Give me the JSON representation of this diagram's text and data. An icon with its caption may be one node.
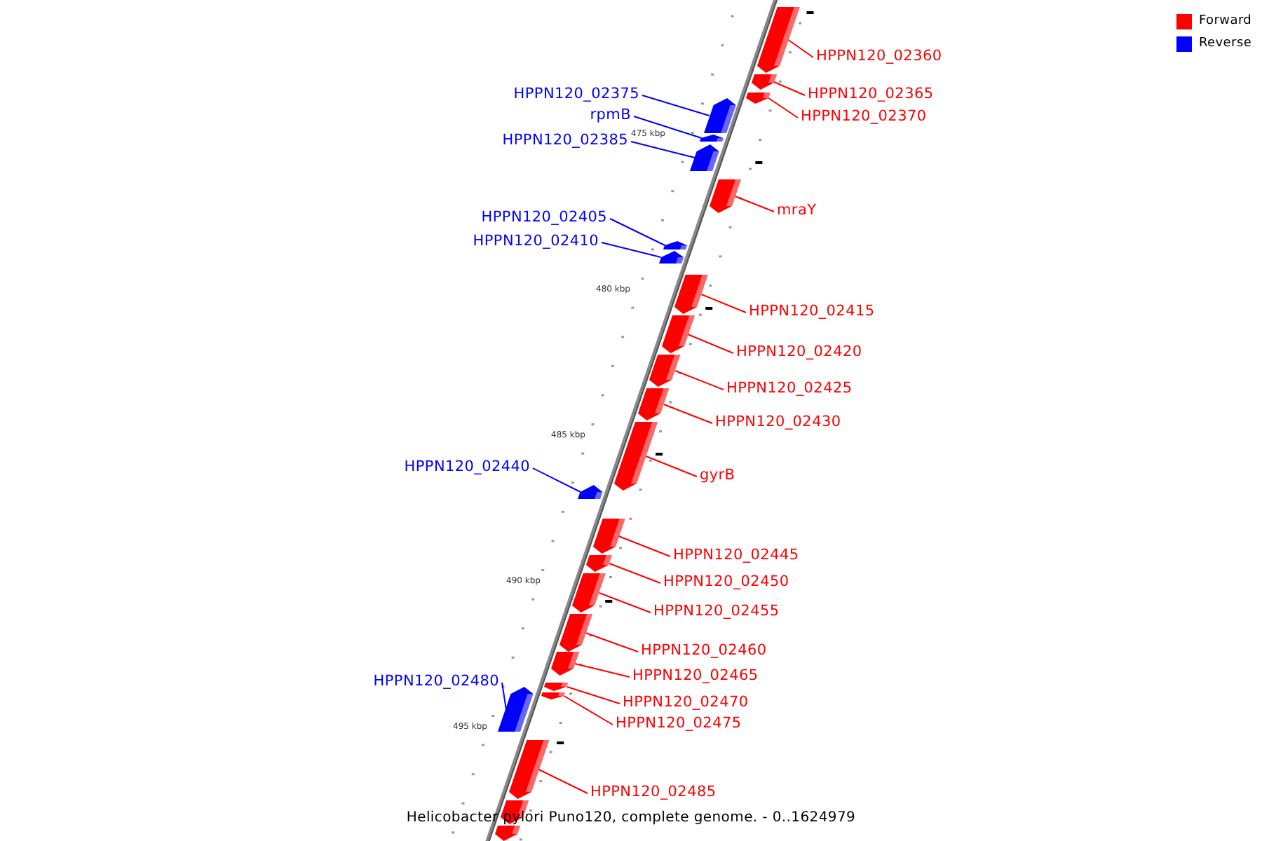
{
  "diagram": {
    "caption": "Helicobacter pylori Puno120, complete genome. - 0..1624979",
    "nodes": [
      {
        "text": [
          "HPPN120_02360"
        ]
      },
      {
        "text": [],
        "shape": "arrow"
      },
      {
        "text": [
          "HPPN120_02365"
        ]
      },
      {
        "text": [],
        "shape": "arrow"
      },
      {
        "text": [
          "HPPN120_02370"
        ]
      },
      {
        "text": [],
        "shape": "arrow"
      },
      {
        "text": [
          "HPPN120_02375"
        ]
      },
      {
        "text": [],
        "shape": "arrow"
      },
      {
        "text": [
          "rpmB"
        ]
      },
      {
        "text": [],
        "shape": "arrow"
      },
      {
        "text": [
          "HPPN120_02385"
        ]
      },
      {
        "text": [],
        "shape": "arrow"
      },
      {
        "text": [
          "mraY"
        ]
      },
      {
        "text": [],
        "shape": "arrow"
      },
      {
        "text": [
          "HPPN120_02405"
        ]
      },
      {
        "text": [],
        "shape": "arrow"
      },
      {
        "text": [
          "HPPN120_02410"
        ]
      },
      {
        "text": [],
        "shape": "arrow"
      },
      {
        "text": [
          "HPPN120_02415"
        ]
      },
      {
        "text": [],
        "shape": "arrow"
      },
      {
        "text": [
          "HPPN120_02420"
        ]
      },
      {
        "text": [],
        "shape": "arrow"
      },
      {
        "text": [
          "HPPN120_02425"
        ]
      },
      {
        "text": [],
        "shape": "arrow"
      },
      {
        "text": [
          "HPPN120_02430"
        ]
      },
      {
        "text": [],
        "shape": "arrow"
      },
      {
        "text": [
          "gyrB"
        ]
      },
      {
        "text": [],
        "shape": "arrow"
      },
      {
        "text": [
          "HPPN120_02440"
        ]
      },
      {
        "text": [],
        "shape": "arrow"
      },
      {
        "text": [
          "HPPN120_02445"
        ]
      },
      {
        "text": [],
        "shape": "arrow"
      },
      {
        "text": [
          "HPPN120_02450"
        ]
      },
      {
        "text": [],
        "shape": "arrow"
      },
      {
        "text": [
          "HPPN120_02455"
        ]
      },
      {
        "text": [],
        "shape": "arrow"
      },
      {
        "text": [
          "HPPN120_02460"
        ]
      },
      {
        "text": [],
        "shape": "arrow"
      },
      {
        "text": [
          "HPPN120_02465"
        ]
      },
      {
        "text": [],
        "shape": "arrow"
      },
      {
        "text": [
          "HPPN120_02470"
        ]
      },
      {
        "text": [],
        "shape": "arrow"
      },
      {
        "text": [
          "HPPN120_02475"
        ]
      },
      {
        "text": [],
        "shape": "arrow"
      },
      {
        "text": [
          "HPPN120_02480"
        ]
      },
      {
        "text": [],
        "shape": "arrow"
      },
      {
        "text": [
          "HPPN120_02485"
        ]
      },
      {
        "text": [],
        "shape": "arrow"
      },
      {
        "text": [],
        "shape": "arrow"
      },
      {
        "text": [],
        "shape": "arrow"
      }
    ],
    "edges": [
      {
        "from": 0,
        "to": 1,
        "arrow": "none"
      },
      {
        "from": 2,
        "to": 3,
        "arrow": "none"
      },
      {
        "from": 4,
        "to": 5,
        "arrow": "none"
      },
      {
        "from": 6,
        "to": 7,
        "arrow": "none",
        "color": "#0000ff"
      },
      {
        "from": 8,
        "to": 9,
        "arrow": "none",
        "color": "#0000ff"
      },
      {
        "from": 10,
        "to": 11,
        "arrow": "none",
        "color": "#0000ff"
      },
      {
        "from": 12,
        "to": 13,
        "arrow": "none"
      },
      {
        "from": 14,
        "to": 15,
        "arrow": "none",
        "color": "#0000ff"
      },
      {
        "from": 16,
        "to": 17,
        "arrow": "none",
        "color": "#0000ff"
      },
      {
        "from": 18,
        "to": 19,
        "arrow": "none"
      },
      {
        "from": 20,
        "to": 21,
        "arrow": "none"
      },
      {
        "from": 22,
        "to": 23,
        "arrow": "none"
      },
      {
        "from": 24,
        "to": 25,
        "arrow": "none"
      },
      {
        "from": 26,
        "to": 27,
        "arrow": "none"
      },
      {
        "from": 28,
        "to": 29,
        "arrow": "none",
        "color": "#0000ff"
      },
      {
        "from": 30,
        "to": 31,
        "arrow": "none"
      },
      {
        "from": 32,
        "to": 33,
        "arrow": "none"
      },
      {
        "from": 34,
        "to": 35,
        "arrow": "none"
      },
      {
        "from": 36,
        "to": 37,
        "arrow": "none"
      },
      {
        "from": 38,
        "to": 39,
        "arrow": "none"
      },
      {
        "from": 40,
        "to": 41,
        "arrow": "none"
      },
      {
        "from": 42,
        "to": 43,
        "arrow": "none"
      },
      {
        "from": 44,
        "to": 45,
        "arrow": "none",
        "color": "#0000ff"
      },
      {
        "from": 46,
        "to": 47,
        "arrow": "none"
      }
    ],
    "labels": [
      "475 kbp",
      "480 kbp",
      "485 kbp",
      "490 kbp",
      "495 kbp"
    ],
    "legend": [
      {
        "text": "Forward",
        "color": "#ff0000"
      },
      {
        "text": "Reverse",
        "color": "#0000ff"
      }
    ]
  }
}
